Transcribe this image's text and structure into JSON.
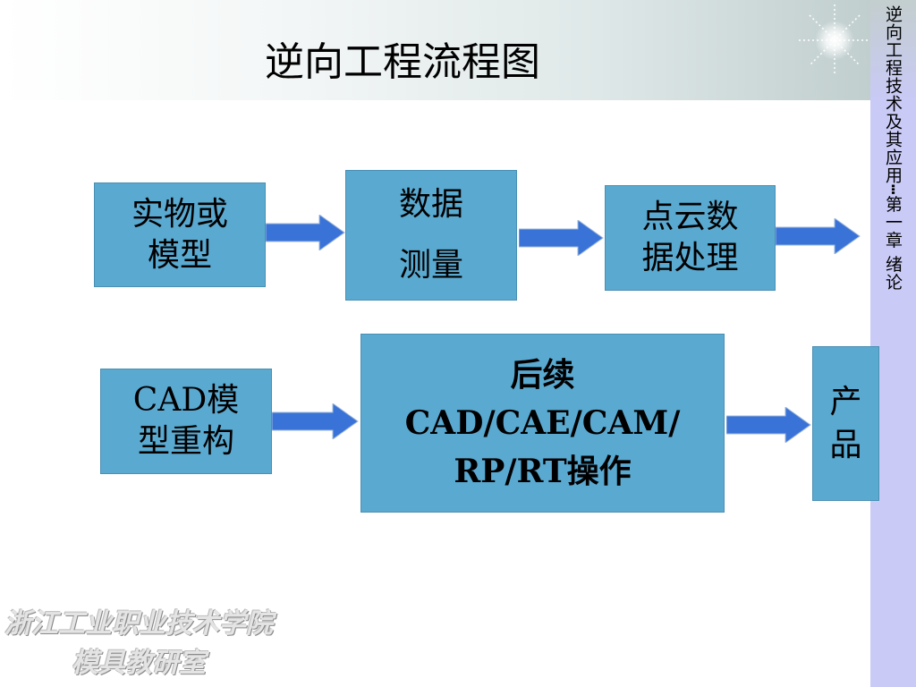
{
  "title": "逆向工程流程图",
  "side_caption": "逆向工程技术及其应用┅第一章 绪论",
  "boxes": {
    "object": "实物或\n模型",
    "measure": "数据\n测量",
    "pointcloud": "点云数\n据处理",
    "cad": "CAD模\n型重构",
    "followup": "后续\nCAD/CAE/CAM/\nRP/RT操作",
    "product": "产\n品"
  },
  "footer": {
    "line1": "浙江工业职业技术学院",
    "line2": "模具教研室"
  },
  "colors": {
    "box_fill": "#5aa9d0",
    "arrow_fill": "#3a73d8",
    "sidebar": "#c9caf6"
  }
}
